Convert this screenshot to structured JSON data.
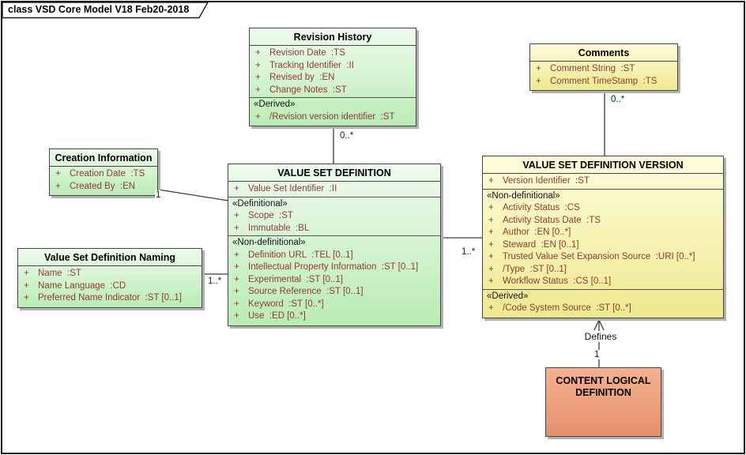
{
  "frame": {
    "title": "class VSD Core Model V18 Feb20-2018"
  },
  "notation": {
    "visibility": "+"
  },
  "colors": {
    "green_fill": "#b9ecb4",
    "yellow_fill": "#efe98f",
    "orange_fill": "#e6906c",
    "attribute_text": "#8e3b32",
    "border": "#454545",
    "shadow": "#b2b2b2"
  },
  "classes": {
    "revision_history": {
      "title": "Revision History",
      "attributes": [
        "Revision Date  :TS",
        "Tracking Identifier  :II",
        "Revised by  :EN",
        "Change Notes  :ST"
      ],
      "stereotype_derived": "«Derived»",
      "derived_attributes": [
        "/Revision version identifier  :ST"
      ]
    },
    "comments": {
      "title": "Comments",
      "attributes": [
        "Comment String  :ST",
        "Comment TimeStamp  :TS"
      ]
    },
    "creation_information": {
      "title": "Creation Information",
      "attributes": [
        "Creation Date  :TS",
        "Created By  :EN"
      ]
    },
    "value_set_definition": {
      "title": "VALUE SET DEFINITION",
      "attributes": [
        "Value Set Identifier  :II"
      ],
      "stereotype_definitional": "«Definitional»",
      "definitional_attributes": [
        "Scope  :ST",
        "Immutable  :BL"
      ],
      "stereotype_non_definitional": "«Non-definitional»",
      "non_definitional_attributes": [
        "Definition URL  :TEL [0..1]",
        "Intellectual Property Information  :ST [0..1]",
        "Experimental  :ST [0..1]",
        "Source Reference  :ST [0..1]",
        "Keyword  :ST [0..*]",
        "Use  :ED [0..*]"
      ]
    },
    "value_set_definition_naming": {
      "title": "Value Set Definition Naming",
      "attributes": [
        "Name  :ST",
        "Name Language  :CD",
        "Preferred Name Indicator  :ST [0..1]"
      ]
    },
    "value_set_definition_version": {
      "title": "VALUE SET DEFINITION VERSION",
      "attributes": [
        "Version Identifier  :ST"
      ],
      "stereotype_non_definitional": "«Non-definitional»",
      "non_definitional_attributes": [
        "Activity Status  :CS",
        "Activity Status Date  :TS",
        "Author  :EN [0..*]",
        "Steward  :EN [0..1]",
        "Trusted Value Set Expansion Source  :URI [0..*]",
        "/Type  :ST [0..1]",
        "Workflow Status  :CS [0..1]"
      ],
      "stereotype_derived": "«Derived»",
      "derived_attributes": [
        "/Code System Source  :ST [0..*]"
      ]
    },
    "content_logical_definition": {
      "title": "CONTENT LOGICAL DEFINITION"
    }
  },
  "connectors": {
    "revision_history_to_value_set_definition": {
      "multiplicity": "0..*"
    },
    "comments_to_value_set_definition_version": {
      "multiplicity": "0..*"
    },
    "creation_information_to_value_set_definition": {
      "multiplicity": "1"
    },
    "naming_to_value_set_definition": {
      "multiplicity": "1..*"
    },
    "value_set_definition_to_version": {
      "multiplicity": "1..*"
    },
    "content_logical_definition_to_version": {
      "name": "Defines",
      "multiplicity": "1"
    }
  }
}
